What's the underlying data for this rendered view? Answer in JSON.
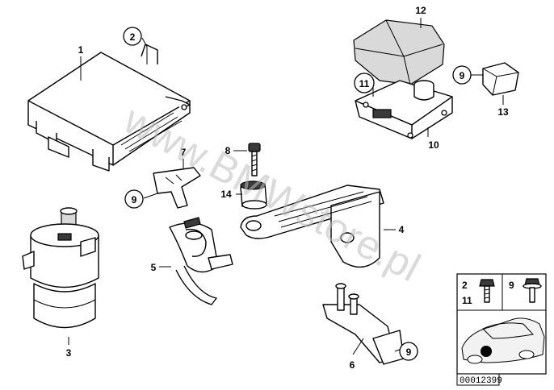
{
  "watermark": "www.BMWstore.pl",
  "callouts": {
    "c1": "1",
    "c2": "2",
    "c3": "3",
    "c4": "4",
    "c5": "5",
    "c6": "6",
    "c7": "7",
    "c8": "8",
    "c9a": "9",
    "c9b": "9",
    "c9c": "9",
    "c10": "10",
    "c11": "11",
    "c12": "12",
    "c13": "13",
    "c14": "14"
  },
  "inset": {
    "left_top": "2",
    "left_bottom": "11",
    "right_top": "9"
  },
  "reference_number": "00012399"
}
